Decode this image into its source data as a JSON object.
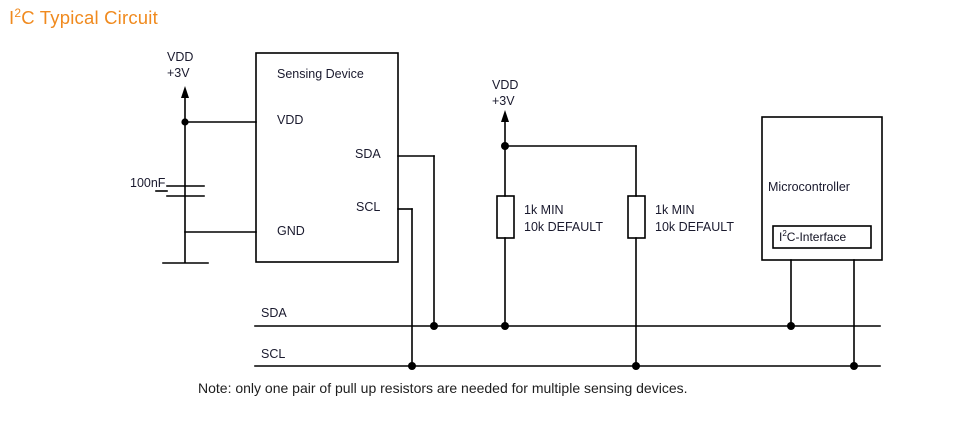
{
  "title": {
    "prefix": "I",
    "superscript": "2",
    "suffix": "C Typical Circuit",
    "color": "#F08A1E"
  },
  "supply_left": {
    "line1": "VDD",
    "line2": "+3V"
  },
  "supply_right": {
    "line1": "VDD",
    "line2": "+3V"
  },
  "capacitor": {
    "label": "100nF"
  },
  "sensing_device": {
    "title": "Sensing Device",
    "pin_vdd": "VDD",
    "pin_gnd": "GND",
    "pin_sda": "SDA",
    "pin_scl": "SCL"
  },
  "resistor_sda": {
    "line1": "1k MIN",
    "line2": "10k DEFAULT"
  },
  "resistor_scl": {
    "line1": "1k MIN",
    "line2": "10k DEFAULT"
  },
  "microcontroller": {
    "title": "Microcontroller",
    "interface_prefix": "I",
    "interface_superscript": "2",
    "interface_suffix": "C-Interface"
  },
  "bus": {
    "sda_label": "SDA",
    "scl_label": "SCL"
  },
  "note": {
    "text": "Note: only one pair of pull up resistors are needed for multiple sensing devices."
  },
  "colors": {
    "wire": "#000000",
    "box_border": "#000000",
    "title_accent": "#F08A1E",
    "text": "#1a1a2e"
  }
}
